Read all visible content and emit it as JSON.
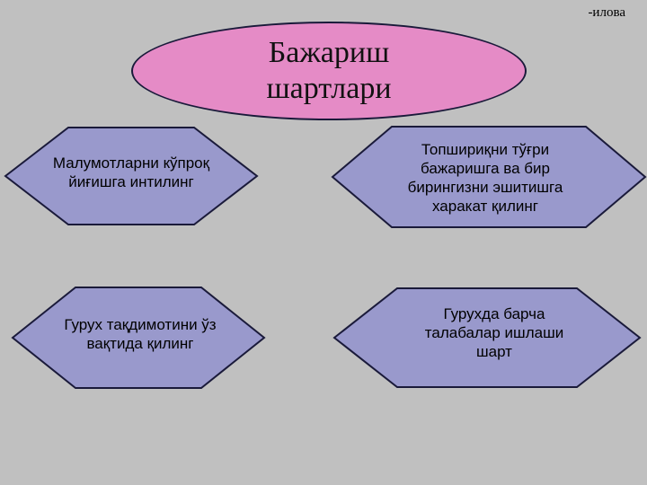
{
  "corner_note": "-илова",
  "title": {
    "line1": "Бажариш",
    "line2": "шартлари"
  },
  "colors": {
    "background": "#c0c0c0",
    "ellipse_fill": "#e58bc6",
    "hexagon_fill": "#9999cc",
    "outline": "#1a1a3a"
  },
  "conditions": [
    {
      "lines": [
        "Малумотларни кўпроқ",
        "йиғишга интилинг"
      ]
    },
    {
      "lines": [
        "Топшириқни тўғри",
        "бажаришга ва бир",
        "бирингизни эшитишга",
        "харакат қилинг"
      ]
    },
    {
      "lines": [
        "Гурух тақдимотини ўз",
        "вақтида қилинг"
      ]
    },
    {
      "lines": [
        "Гурухда барча",
        "талабалар ишлаши",
        "шарт"
      ]
    }
  ]
}
